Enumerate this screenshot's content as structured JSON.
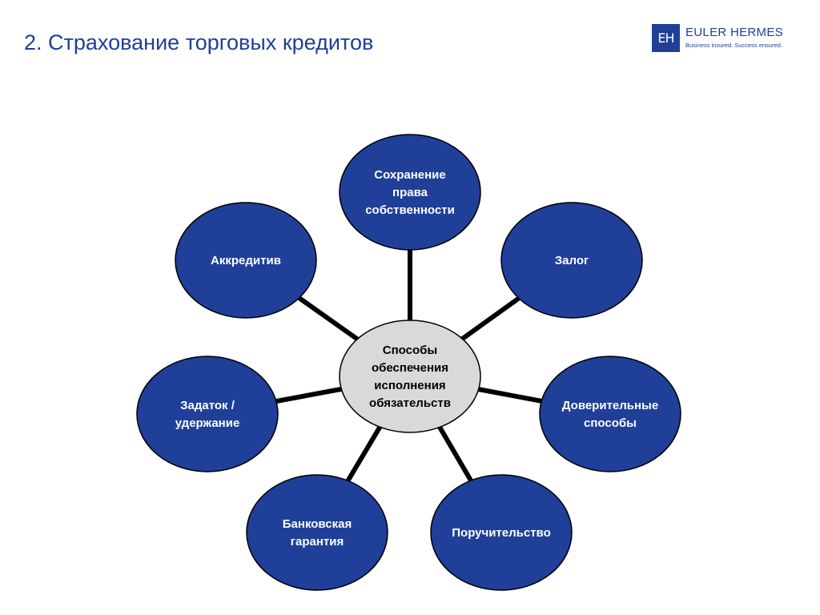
{
  "slide": {
    "title": "2. Страхование торговых кредитов"
  },
  "logo": {
    "mark": "EH",
    "name": "EULER HERMES",
    "tagline": "Business insured. Success ensured."
  },
  "colors": {
    "title": "#1f3f99",
    "node_fill": "#1f3f99",
    "node_stroke": "#000000",
    "center_fill": "#d9d9d9",
    "connector": "#000000"
  },
  "diagram": {
    "center": {
      "lines": [
        "Способы",
        "обеспечения",
        "исполнения",
        "обязательств"
      ]
    },
    "nodes": [
      {
        "id": "ownership",
        "lines": [
          "Сохранение",
          "права",
          "собственности"
        ]
      },
      {
        "id": "pledge",
        "lines": [
          "Залог"
        ]
      },
      {
        "id": "trust",
        "lines": [
          "Доверительные",
          "способы"
        ]
      },
      {
        "id": "surety",
        "lines": [
          "Поручительство"
        ]
      },
      {
        "id": "bank-guarantee",
        "lines": [
          "Банковская",
          "гарантия"
        ]
      },
      {
        "id": "deposit",
        "lines": [
          "Задаток /",
          "удержание"
        ]
      },
      {
        "id": "letter-of-credit",
        "lines": [
          "Аккредитив"
        ]
      }
    ]
  }
}
